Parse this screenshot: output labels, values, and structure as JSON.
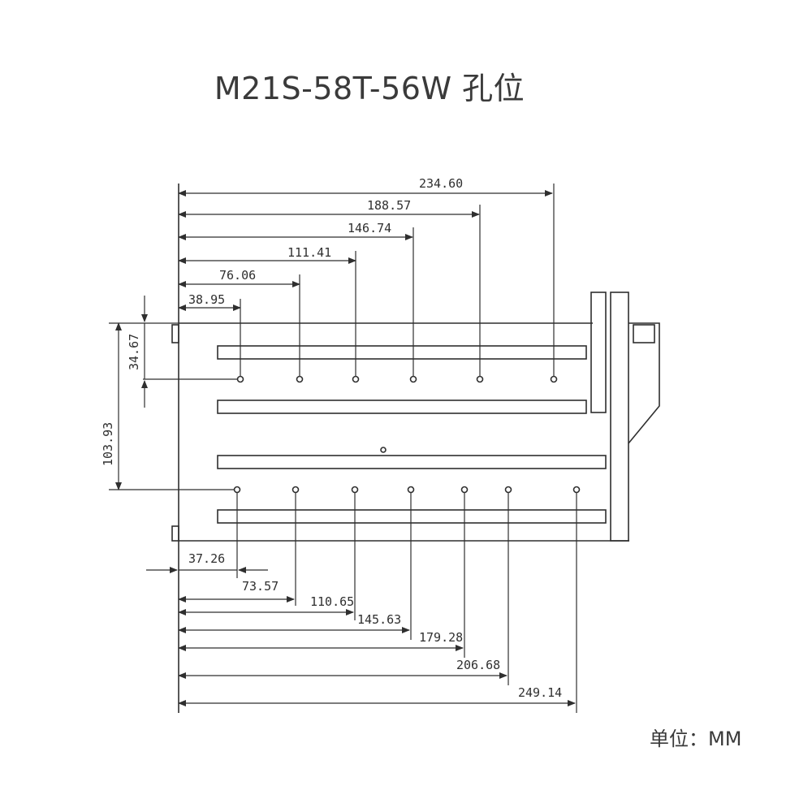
{
  "title": "M21S-58T-56W 孔位",
  "unit_label": "单位：MM",
  "colors": {
    "line": "#2f2f2f",
    "text": "#3a3a3a",
    "background": "#ffffff"
  },
  "top_dimensions": [
    "234.60",
    "188.57",
    "146.74",
    "111.41",
    "76.06",
    "38.95"
  ],
  "bottom_dimensions": [
    "37.26",
    "73.57",
    "110.65",
    "145.63",
    "179.28",
    "206.68",
    "249.14"
  ],
  "vertical_dimensions": [
    "34.67",
    "103.93"
  ]
}
